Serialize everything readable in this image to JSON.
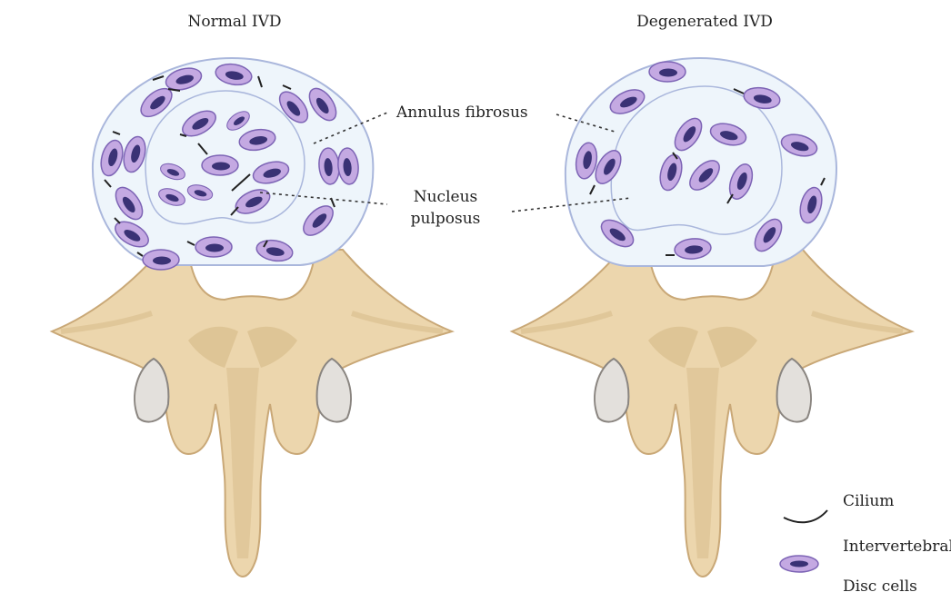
{
  "titles": {
    "normal": "Normal IVD",
    "degenerated": "Degenerated IVD"
  },
  "labels": {
    "annulus": "Annulus fibrosus",
    "nucleus_line1": "Nucleus",
    "nucleus_line2": "pulposus"
  },
  "legend": {
    "cilium": "Cilium",
    "cells_line1": "Intervertebral",
    "cells_line2": "Disc cells"
  },
  "colors": {
    "bone": "#ecd6ad",
    "bone_shadow": "#d9bd8c",
    "bone_outline": "#c9a877",
    "disc_fill": "#eef5fb",
    "disc_outline": "#aab7dc",
    "cell_fill": "#c4a9e2",
    "cell_outline": "#7d64b5",
    "nucleus_dark": "#3a3275",
    "facet": "#e3e0dc"
  }
}
